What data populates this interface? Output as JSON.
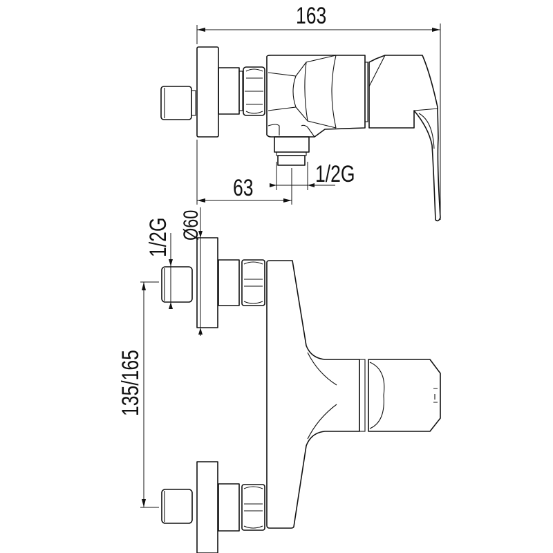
{
  "drawing": {
    "title": "Shower mixer technical drawing",
    "stroke_color": "#111111",
    "background_color": "#ffffff"
  },
  "dimensions": {
    "overall_depth": "163",
    "outlet_offset": "63",
    "outlet_thread": "1/2G",
    "inlet_thread": "1/2G",
    "flange_diameter": "Ø60",
    "inlet_spacing": "135/165"
  }
}
